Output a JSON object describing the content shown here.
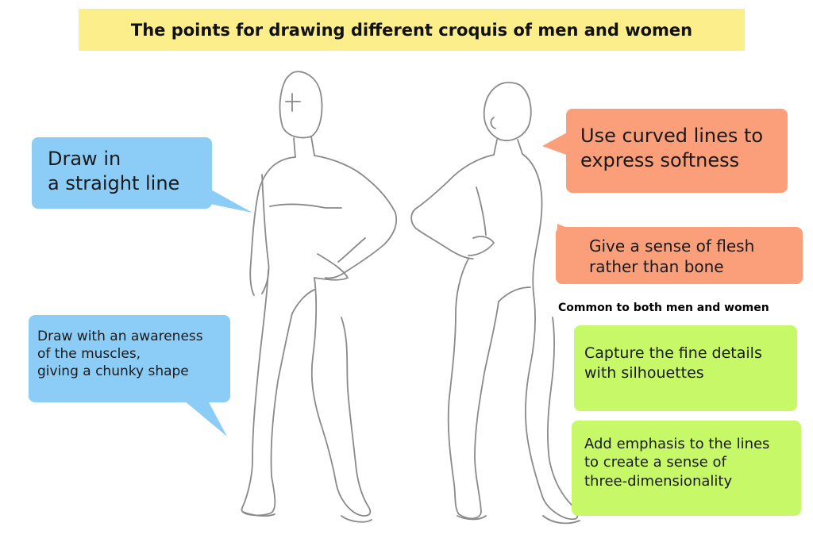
{
  "title": "The points for drawing different croquis of men and women",
  "men": {
    "straight_line": [
      "Draw in",
      "a straight line"
    ],
    "muscles": [
      "Draw with an awareness",
      "of the muscles,",
      "giving a chunky shape"
    ]
  },
  "women": {
    "curved_lines": [
      "Use curved lines to",
      "express softness"
    ],
    "flesh": [
      "Give a sense of flesh",
      "rather than bone"
    ]
  },
  "common": {
    "label": "Common to both men and women",
    "silhouettes": [
      "Capture the fine details",
      "with silhouettes"
    ],
    "emphasis": [
      "Add emphasis to the lines",
      "to create a sense of",
      "three-dimensionality"
    ]
  },
  "colors": {
    "title_bg": "#fcee8a",
    "men_callout": "#8ccdf7",
    "women_callout": "#fb9e7a",
    "common_callout": "#c6f867",
    "sketch_line": "#8a8a8a"
  },
  "icons": [
    "male-croquis-figure",
    "female-croquis-figure"
  ]
}
